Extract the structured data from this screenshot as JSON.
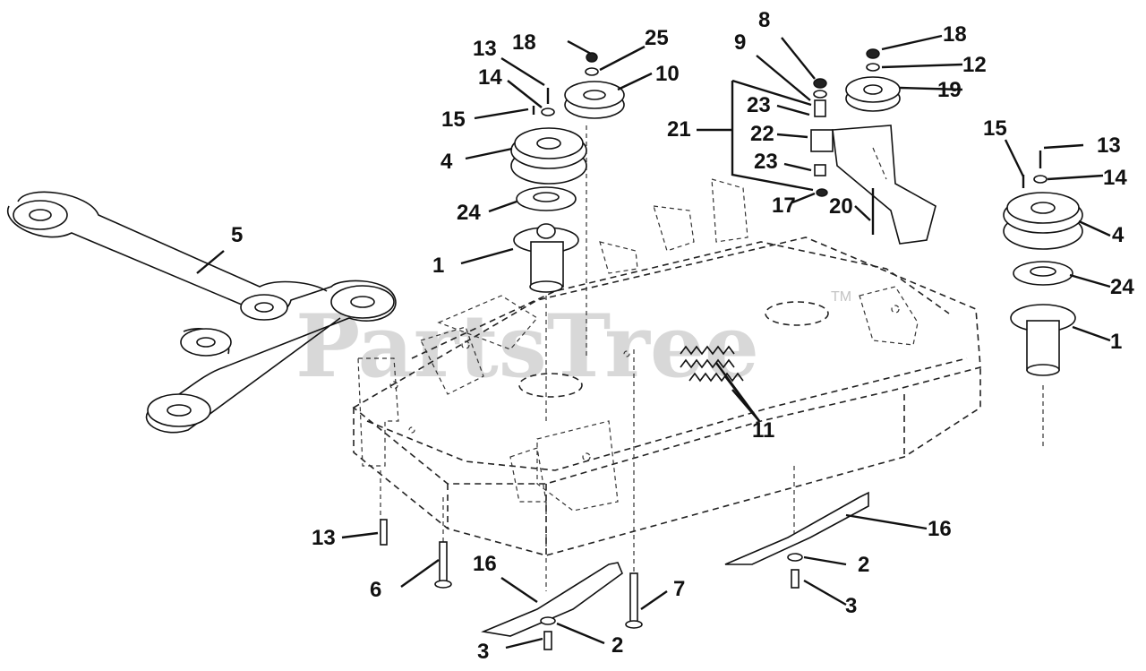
{
  "diagram": {
    "watermark": "PartsTree",
    "trademark": "TM",
    "callouts": [
      {
        "id": "c13a",
        "label": "13"
      },
      {
        "id": "c18a",
        "label": "18"
      },
      {
        "id": "c25",
        "label": "25"
      },
      {
        "id": "c14a",
        "label": "14"
      },
      {
        "id": "c10",
        "label": "10"
      },
      {
        "id": "c15a",
        "label": "15"
      },
      {
        "id": "c4a",
        "label": "4"
      },
      {
        "id": "c24a",
        "label": "24"
      },
      {
        "id": "c1a",
        "label": "1"
      },
      {
        "id": "c5",
        "label": "5"
      },
      {
        "id": "c8",
        "label": "8"
      },
      {
        "id": "c9",
        "label": "9"
      },
      {
        "id": "c23a",
        "label": "23"
      },
      {
        "id": "c21",
        "label": "21"
      },
      {
        "id": "c22",
        "label": "22"
      },
      {
        "id": "c23b",
        "label": "23"
      },
      {
        "id": "c17",
        "label": "17"
      },
      {
        "id": "c20",
        "label": "20"
      },
      {
        "id": "c18b",
        "label": "18"
      },
      {
        "id": "c12",
        "label": "12"
      },
      {
        "id": "c19",
        "label": "19"
      },
      {
        "id": "c15b",
        "label": "15"
      },
      {
        "id": "c13b",
        "label": "13"
      },
      {
        "id": "c14b",
        "label": "14"
      },
      {
        "id": "c4b",
        "label": "4"
      },
      {
        "id": "c24b",
        "label": "24"
      },
      {
        "id": "c1b",
        "label": "1"
      },
      {
        "id": "c11",
        "label": "11"
      },
      {
        "id": "c16a",
        "label": "16"
      },
      {
        "id": "c2a",
        "label": "2"
      },
      {
        "id": "c3a",
        "label": "3"
      },
      {
        "id": "c13c",
        "label": "13"
      },
      {
        "id": "c6",
        "label": "6"
      },
      {
        "id": "c16b",
        "label": "16"
      },
      {
        "id": "c7",
        "label": "7"
      },
      {
        "id": "c2b",
        "label": "2"
      },
      {
        "id": "c3b",
        "label": "3"
      }
    ]
  }
}
